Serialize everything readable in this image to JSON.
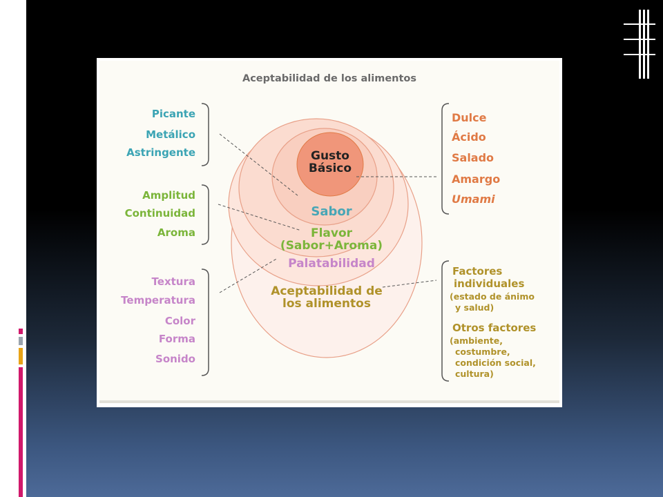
{
  "slide": {
    "colors": {
      "background_top": "#000000",
      "background_bottom": "#4d6a98",
      "accent_pink": "#d0196b",
      "accent_orange": "#e8a317",
      "accent_gray": "#9aa3ad"
    }
  },
  "figure": {
    "title": "Aceptabilidad de los alimentos",
    "left_groups": [
      {
        "color": "#3ba4b4",
        "items": [
          "Picante",
          "Metálico",
          "Astringente"
        ]
      },
      {
        "color": "#7bb53a",
        "items": [
          "Amplitud",
          "Continuidad",
          "Aroma"
        ]
      },
      {
        "color": "#c685c9",
        "items": [
          "Textura",
          "Temperatura",
          "Color",
          "Forma",
          "Sonido"
        ]
      }
    ],
    "right_top": {
      "color": "#e07a45",
      "items": [
        "Dulce",
        "Ácido",
        "Salado",
        "Amargo",
        "Umami"
      ]
    },
    "right_bottom": {
      "color": "#b0922a",
      "factors1_line1": "Factores",
      "factors1_line2": "individuales",
      "factors1_detail1": "(estado de ánimo",
      "factors1_detail2": "y salud)",
      "factors2_line1": "Otros factores",
      "factors2_detail1": "(ambiente,",
      "factors2_detail2": "costumbre,",
      "factors2_detail3": "condición social,",
      "factors2_detail4": "cultura)"
    },
    "circles": {
      "gusto_line1": "Gusto",
      "gusto_line2": "Básico",
      "sabor": "Sabor",
      "flavor_line1": "Flavor",
      "flavor_line2": "(Sabor+Aroma)",
      "palatabilidad": "Palatabilidad",
      "aceptabilidad_line1": "Aceptabilidad de",
      "aceptabilidad_line2": "los alimentos"
    },
    "circle_colors": {
      "core": "#f0967a",
      "sabor": "#f9cfc0",
      "flavor": "#fbdcd0",
      "palatabilidad": "#fde6dd",
      "outline": "#e8a088"
    }
  }
}
